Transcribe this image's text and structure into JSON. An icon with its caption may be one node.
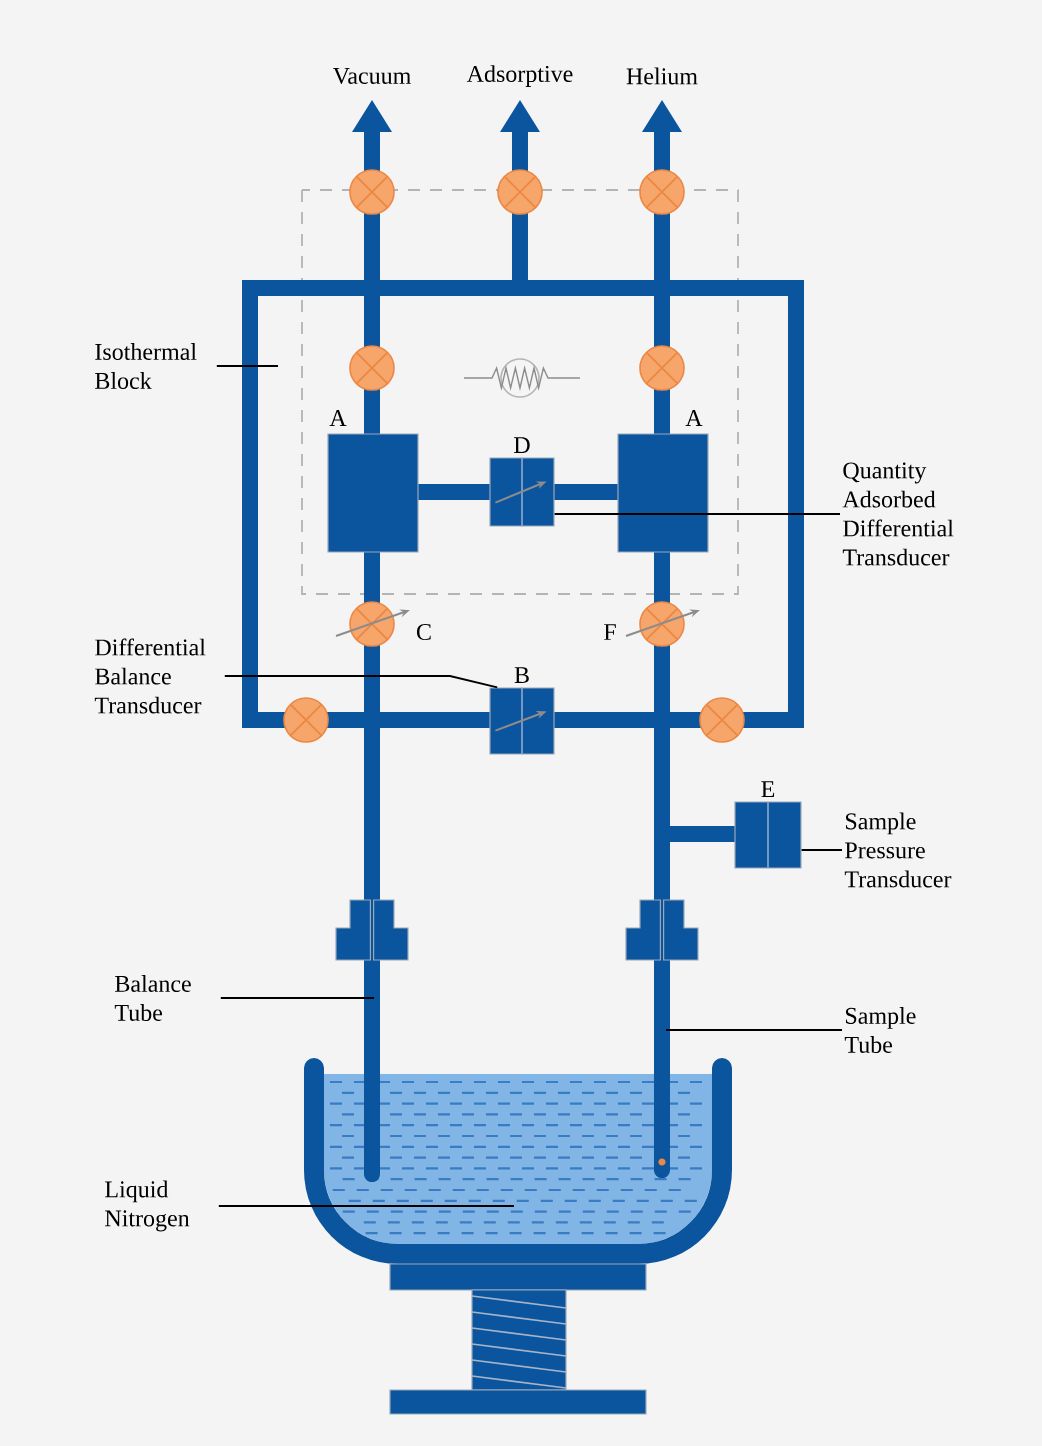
{
  "diagram": {
    "nodes": [
      {
        "text": [
          "Isothermal Block"
        ]
      },
      {
        "text": [
          "Quantity Adsorbed Differential Transducer"
        ]
      },
      {
        "text": [
          "Differential Balance Transducer"
        ]
      },
      {
        "text": [
          "Sample Pressure Transducer"
        ]
      },
      {
        "text": [
          "Balance Tube"
        ]
      },
      {
        "text": [
          "Sample Tube"
        ]
      },
      {
        "text": [
          "Liquid Nitrogen"
        ]
      },
      {
        "text": [],
        "shape": "box",
        "beside": [
          "D"
        ]
      },
      {
        "text": [],
        "shape": "box",
        "beside": [
          "B"
        ]
      },
      {
        "text": [],
        "shape": "box",
        "beside": [
          "E"
        ]
      }
    ],
    "edges": [
      {
        "from": 0,
        "to": null,
        "arrow": "none"
      },
      {
        "from": 1,
        "to": 7,
        "arrow": "none"
      },
      {
        "from": 2,
        "to": 8,
        "arrow": "none"
      },
      {
        "from": 3,
        "to": 9,
        "arrow": "none"
      },
      {
        "from": 4,
        "to": null,
        "arrow": "none"
      },
      {
        "from": 5,
        "to": null,
        "arrow": "none"
      },
      {
        "from": 6,
        "to": null,
        "arrow": "none"
      }
    ],
    "labels": [
      "Vacuum",
      "Adsorptive",
      "Helium",
      "A",
      "A",
      "C",
      "F"
    ]
  }
}
